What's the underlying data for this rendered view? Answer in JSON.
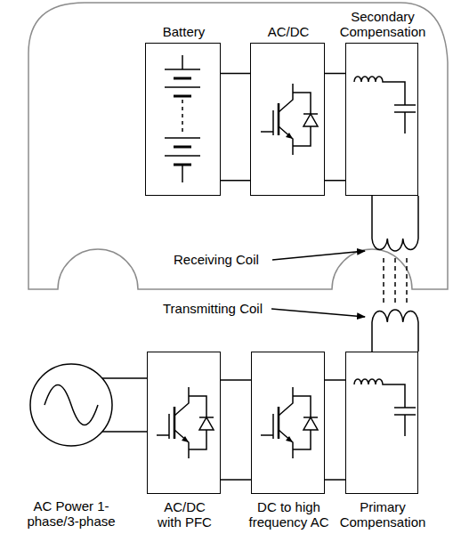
{
  "diagram": {
    "nodes": [
      {
        "text": [
          "Battery"
        ]
      },
      {
        "text": [
          "AC/DC"
        ]
      },
      {
        "text": [
          "Secondary Compensation"
        ]
      },
      {
        "text": [
          "AC Power 1-phase/3-phase"
        ]
      },
      {
        "text": [
          "AC/DC with PFC"
        ]
      },
      {
        "text": [
          "DC to high frequency AC"
        ]
      },
      {
        "text": [
          "Primary Compensation"
        ]
      }
    ],
    "edges": [
      {
        "from": 0,
        "to": 1,
        "arrow": "none"
      },
      {
        "from": 1,
        "to": 2,
        "arrow": "none"
      },
      {
        "from": 3,
        "to": 4,
        "arrow": "none"
      },
      {
        "from": 4,
        "to": 5,
        "arrow": "none"
      },
      {
        "from": 5,
        "to": 6,
        "arrow": "none"
      }
    ],
    "labels": [
      "Receiving Coil",
      "Transmitting Coil"
    ]
  }
}
